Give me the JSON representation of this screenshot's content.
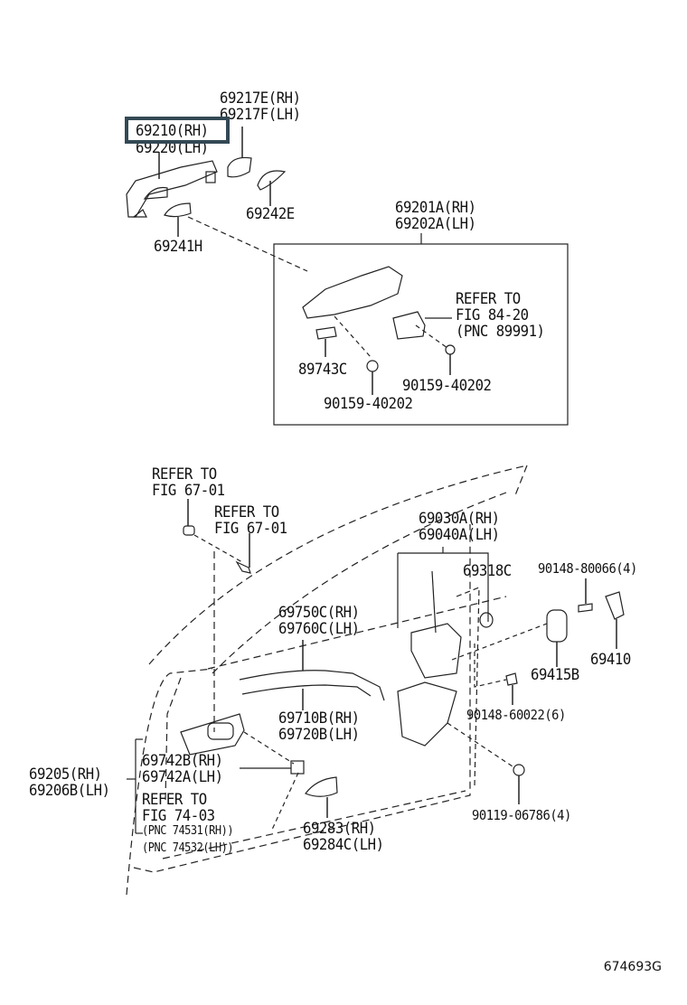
{
  "diagram": {
    "figure_id": "674693G",
    "highlighted_part": "69210(RH)",
    "labels": {
      "p69217": [
        "69217E(RH)",
        "69217F(LH)"
      ],
      "p69210": [
        "69210(RH)",
        "69220(LH)"
      ],
      "p69242": "69242E",
      "p69241": "69241H",
      "p69201": [
        "69201A(RH)",
        "69202A(LH)"
      ],
      "refer_84": [
        "REFER TO",
        "FIG 84-20",
        "(PNC 89991)"
      ],
      "p89743": "89743C",
      "bolt_a": "90159-40202",
      "bolt_b": "90159-40202",
      "refer_67a": [
        "REFER TO",
        "FIG 67-01"
      ],
      "refer_67b": [
        "REFER TO",
        "FIG 67-01"
      ],
      "p69030": [
        "69030A(RH)",
        "69040A(LH)"
      ],
      "p69318": "69318C",
      "screw_80066": "90148-80066(4)",
      "p69410": "69410",
      "p69415": "69415B",
      "screw_60022": "90148-60022(6)",
      "p69750": [
        "69750C(RH)",
        "69760C(LH)"
      ],
      "p69710": [
        "69710B(RH)",
        "69720B(LH)"
      ],
      "p69205": [
        "69205(RH)",
        "69206B(LH)"
      ],
      "p69742": [
        "69742B(RH)",
        "69742A(LH)"
      ],
      "refer_74": [
        "REFER TO",
        "FIG 74-03"
      ],
      "pnc_74531": "(PNC 74531(RH))",
      "pnc_74532": "(PNC 74532(LH))",
      "p69283": [
        "69283(RH)",
        "69284C(LH)"
      ],
      "bolt_06786": "90119-06786(4)"
    }
  }
}
